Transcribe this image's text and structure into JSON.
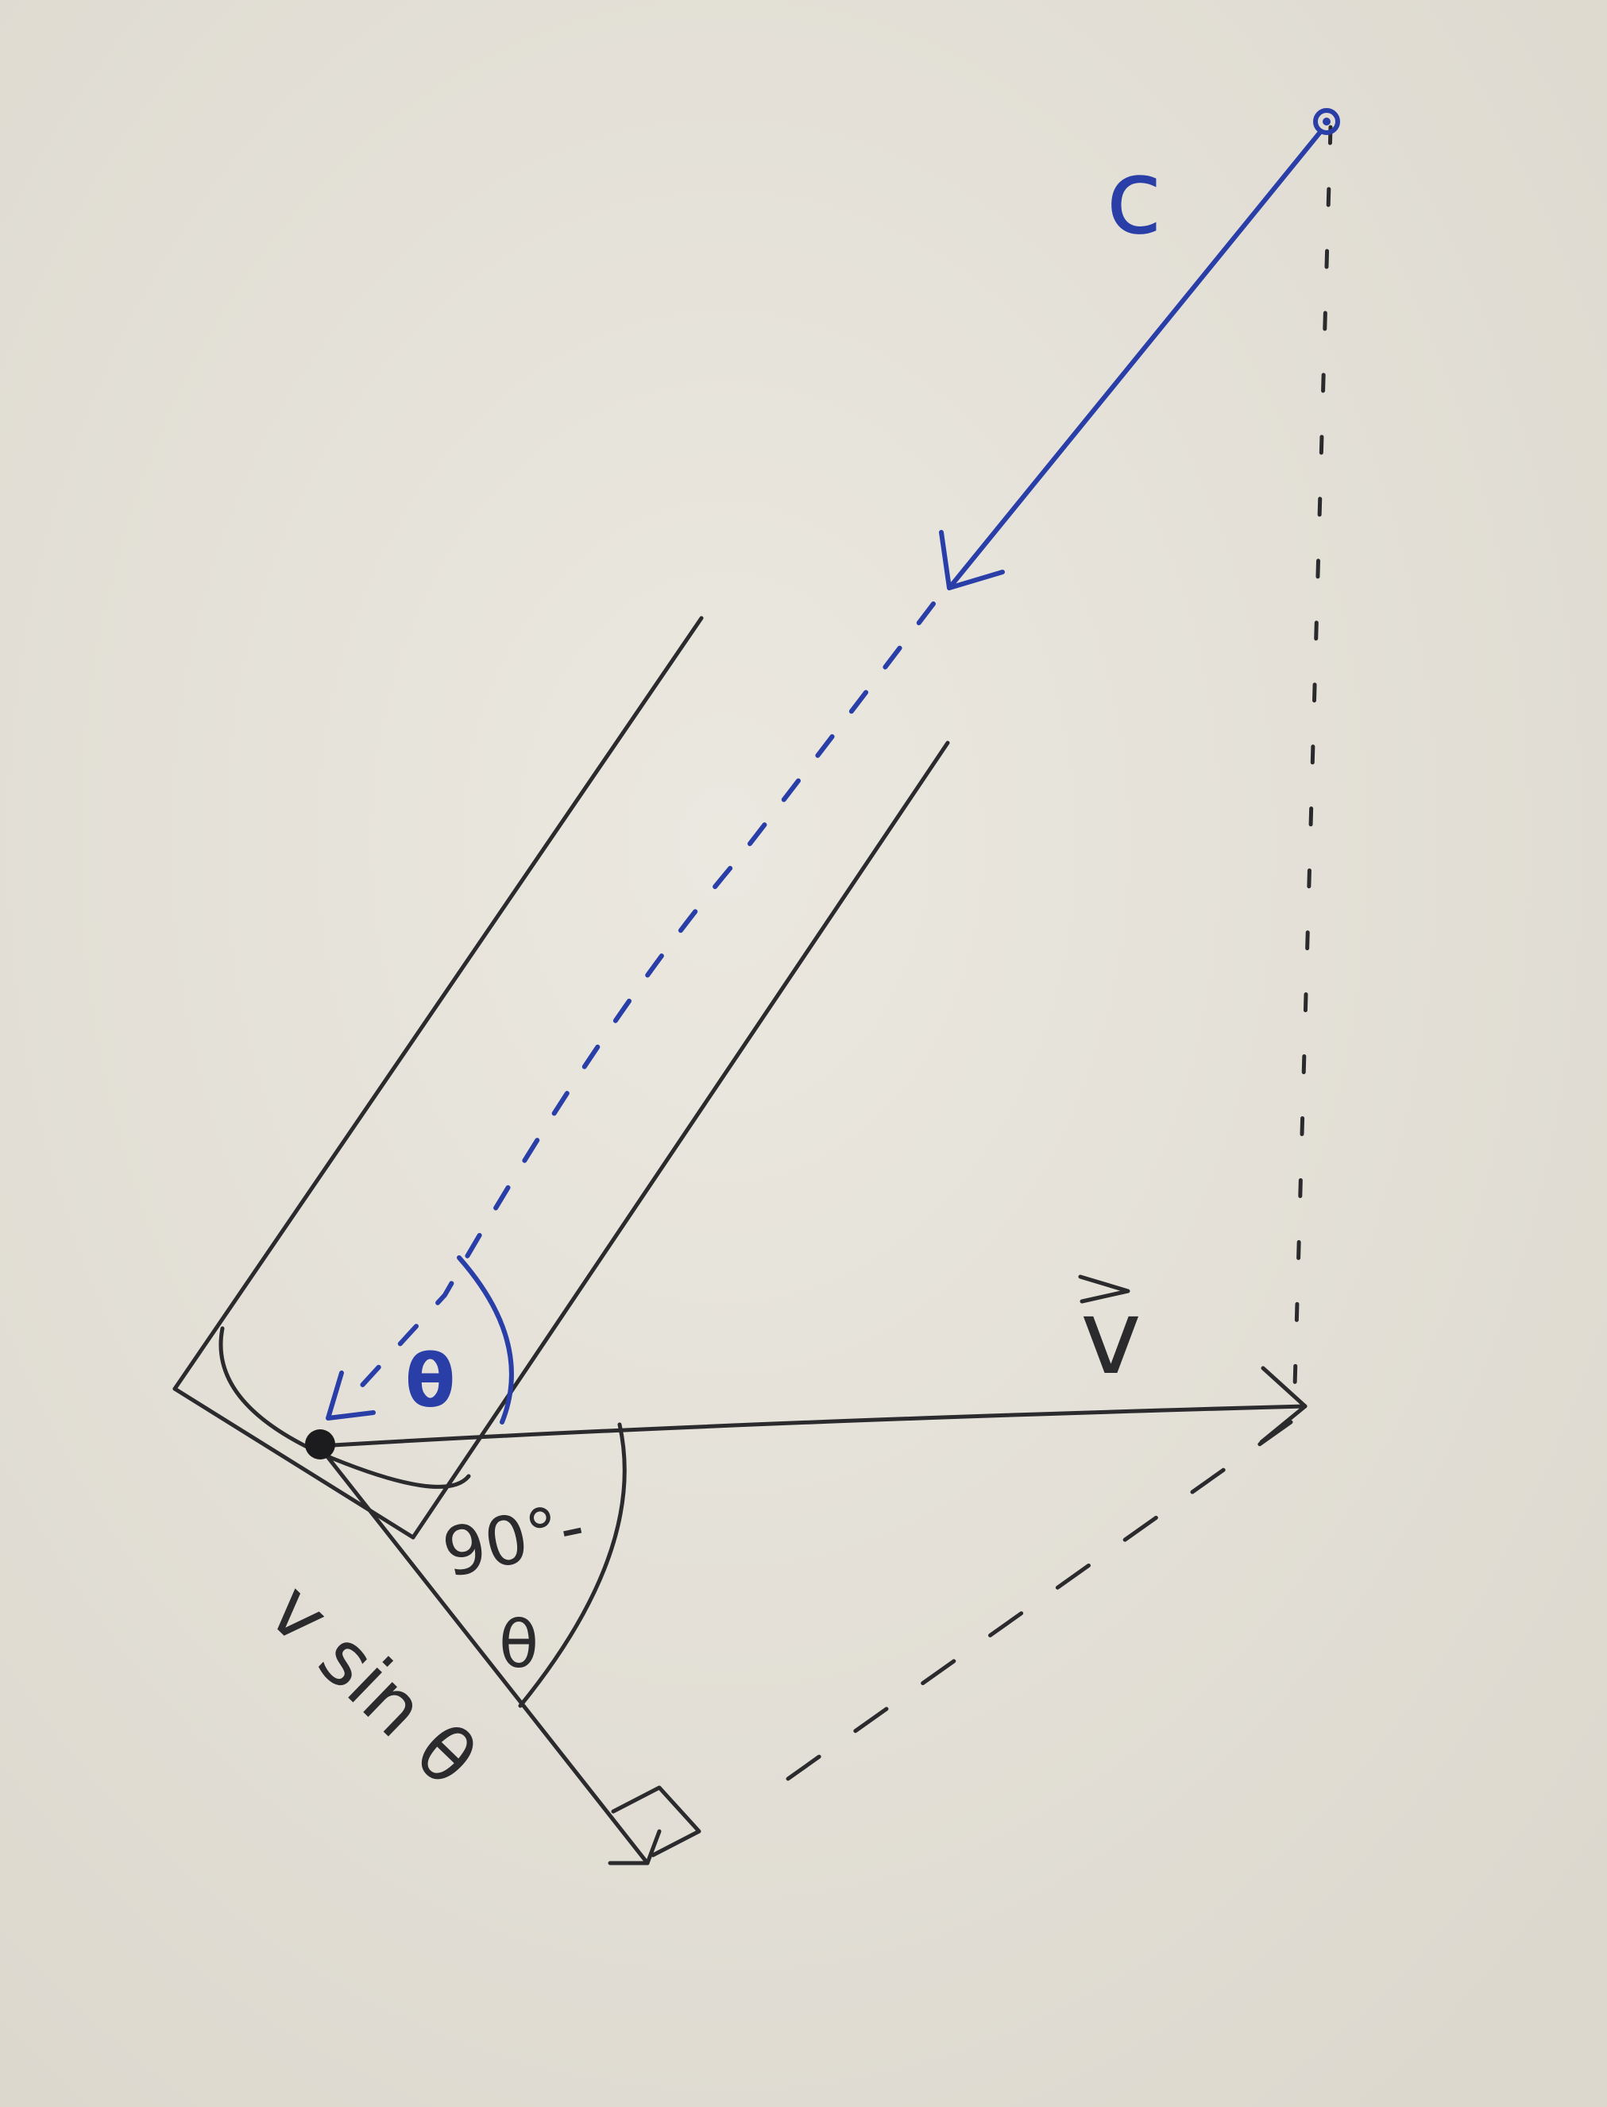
{
  "labels": {
    "light_speed": "c",
    "angle": "θ",
    "velocity": "v",
    "complement_line1": "90°-",
    "complement_line2": "θ",
    "component": "v sin θ"
  },
  "colors": {
    "paper": "#e6e3da",
    "black_ink": "#2b2b2e",
    "blue_ink": "#2a3ea8"
  }
}
